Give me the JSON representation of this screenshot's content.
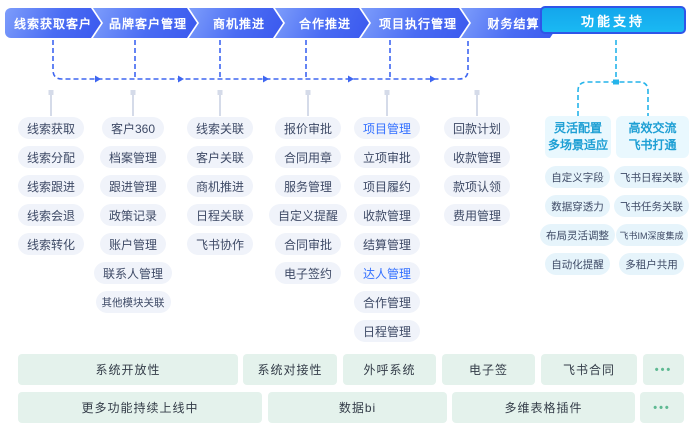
{
  "flow_steps": [
    "线索获取客户",
    "品牌客户管理",
    "商机推进",
    "合作推进",
    "项目执行管理",
    "财务结算"
  ],
  "support_button_label": "功能支持",
  "columns": [
    {
      "items": [
        "线索获取",
        "线索分配",
        "线索跟进",
        "线索会退",
        "线索转化"
      ]
    },
    {
      "items": [
        "客户360",
        "档案管理",
        "跟进管理",
        "政策记录",
        "账户管理",
        "联系人管理",
        "其他模块关联"
      ]
    },
    {
      "items": [
        "线索关联",
        "客户关联",
        "商机推进",
        "日程关联",
        "飞书协作"
      ]
    },
    {
      "items": [
        "报价审批",
        "合同用章",
        "服务管理",
        "自定义提醒",
        "合同审批",
        "电子签约"
      ]
    },
    {
      "items": [
        "项目管理",
        "立项审批",
        "项目履约",
        "收款管理",
        "结算管理",
        "达人管理",
        "合作管理",
        "日程管理"
      ]
    },
    {
      "items": [
        "回款计划",
        "收款管理",
        "款项认领",
        "费用管理"
      ]
    }
  ],
  "highlighted_items": [
    "项目管理",
    "达人管理"
  ],
  "support": {
    "groups": [
      {
        "title": "灵活配置\n多场景适应",
        "items": [
          "自定义字段",
          "数据穿透力",
          "布局灵活调整",
          "自动化提醒"
        ]
      },
      {
        "title": "高效交流\n飞书打通",
        "items": [
          "飞书日程关联",
          "飞书任务关联",
          "飞书IM深度集成",
          "多租户共用"
        ]
      }
    ]
  },
  "bottom": {
    "row1": [
      "系统开放性",
      "系统对接性",
      "外呼系统",
      "电子签",
      "飞书合同",
      "•••"
    ],
    "row2": [
      "更多功能持续上线中",
      "数据bi",
      "多维表格插件",
      "•••"
    ]
  },
  "colors": {
    "flow_arrow_gradient_start": "#7d9dfb",
    "flow_arrow_gradient_end": "#3a58ee",
    "support_button_fill": "#18acec",
    "support_button_border": "#2f55e8",
    "pill_background": "#f0f3fa",
    "pill_text": "#3e4a66",
    "highlight_text": "#3370ff",
    "support_card_background": "#e9f8fe",
    "support_card_text": "#1e9fd4",
    "support_pill_background": "#e6f4fb",
    "bottom_box_background": "#e4f2ec",
    "bottom_dots": "#5eb992",
    "flow_connector": "#3e66f1",
    "support_connector": "#25b4ea",
    "column_connector": "#d5dbe9"
  }
}
